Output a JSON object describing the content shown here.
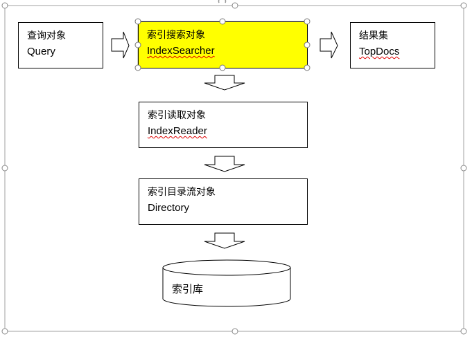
{
  "diagram": {
    "nodes": {
      "query": {
        "label_cn": "查询对象",
        "label_en": "Query"
      },
      "searcher": {
        "label_cn": "索引搜索对象",
        "label_en": "IndexSearcher",
        "highlight_color": "#ffff00"
      },
      "results": {
        "label_cn": "结果集",
        "label_en": "TopDocs"
      },
      "reader": {
        "label_cn": "索引读取对象",
        "label_en": "IndexReader"
      },
      "directory": {
        "label_cn": "索引目录流对象",
        "label_en": "Directory"
      },
      "database": {
        "label": "索引库"
      }
    },
    "colors": {
      "selection_outline": "#a0a0a0",
      "spellcheck_underline": "#e00000"
    }
  }
}
